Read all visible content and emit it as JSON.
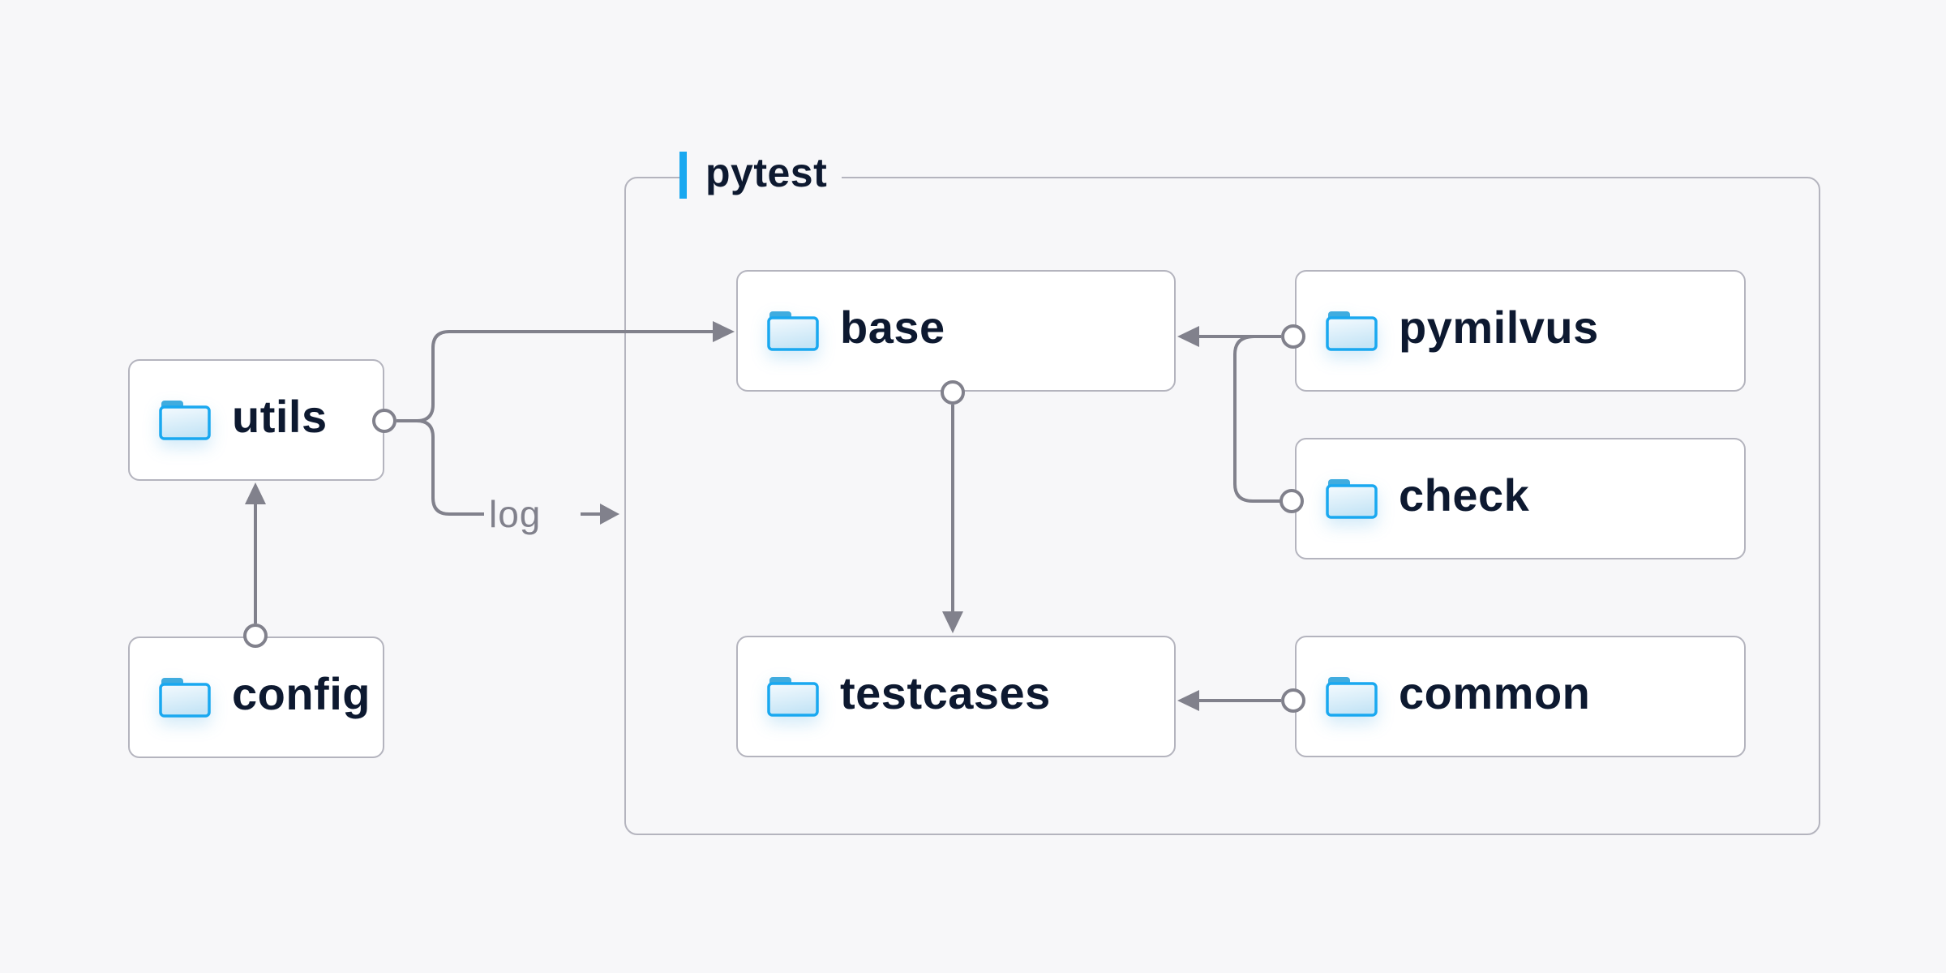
{
  "diagram": {
    "container": {
      "label": "pytest"
    },
    "nodes": [
      {
        "id": "utils",
        "label": "utils"
      },
      {
        "id": "config",
        "label": "config"
      },
      {
        "id": "base",
        "label": "base"
      },
      {
        "id": "pymilvus",
        "label": "pymilvus"
      },
      {
        "id": "check",
        "label": "check"
      },
      {
        "id": "testcases",
        "label": "testcases"
      },
      {
        "id": "common",
        "label": "common"
      }
    ],
    "log_label": "log",
    "edges": [
      {
        "from": "config",
        "to": "utils"
      },
      {
        "from": "utils",
        "to": "base"
      },
      {
        "from": "utils",
        "to": "log-output",
        "label": "log"
      },
      {
        "from": "pymilvus",
        "to": "base"
      },
      {
        "from": "check",
        "to": "base"
      },
      {
        "from": "base",
        "to": "testcases"
      },
      {
        "from": "common",
        "to": "testcases"
      }
    ],
    "icons": {
      "node_icon": "folder-icon"
    }
  },
  "colors": {
    "background": "#F7F7F9",
    "node-fill": "#FFFFFF",
    "node-border": "#B4B4BE",
    "connector": "#81818C",
    "text-navy": "#0D1930",
    "text-gray": "#81818C",
    "accent": "#19A8F0",
    "folder-stroke": "#19A8F0",
    "folder-tab": "#40ACDF",
    "folder-fill-light": "#F4FAFE",
    "folder-fill-dark": "#C6E5F6"
  }
}
